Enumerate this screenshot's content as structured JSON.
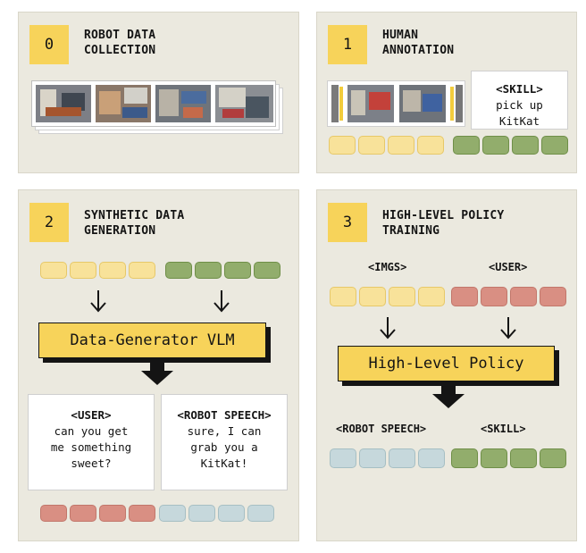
{
  "panels": [
    {
      "number": "0",
      "title": "ROBOT DATA\nCOLLECTION"
    },
    {
      "number": "1",
      "title": "HUMAN\nANNOTATION"
    },
    {
      "number": "2",
      "title": "SYNTHETIC DATA\nGENERATION"
    },
    {
      "number": "3",
      "title": "HIGH-LEVEL POLICY\nTRAINING"
    }
  ],
  "annotation": {
    "tag": "<SKILL>",
    "text": "pick up\nKitKat"
  },
  "generator": {
    "box_label": "Data-Generator VLM",
    "user_card": {
      "tag": "<USER>",
      "text": "can you get\nme something\nsweet?"
    },
    "robot_card": {
      "tag": "<ROBOT SPEECH>",
      "text": "sure, I can\ngrab you a\nKitKat!"
    }
  },
  "training": {
    "input_labels": [
      "<IMGS>",
      "<USER>"
    ],
    "box_label": "High-Level Policy",
    "output_labels": [
      "<ROBOT SPEECH>",
      "<SKILL>"
    ]
  },
  "colors": {
    "panel_bg": "#ebe9df",
    "accent_yellow": "#f7d35a",
    "token_yellow": "#f8e29a",
    "token_green": "#92ad6c",
    "token_red": "#d98f83",
    "token_blue": "#c6d8dc"
  }
}
